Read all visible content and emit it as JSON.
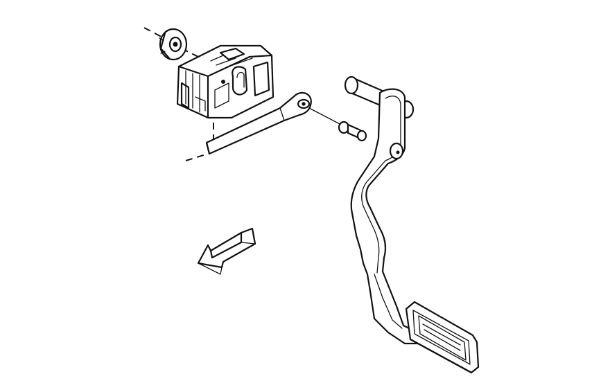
{
  "diagram": {
    "background": "#ffffff",
    "ink_color": "#111111",
    "parts": [
      "retainer-clip",
      "stoplamp-switch",
      "switch-plunger-rod",
      "pushrod-bushing",
      "brake-pedal-arm",
      "pedal-pivot-pin",
      "pedal-pad",
      "direction-arrow"
    ],
    "arrow_icon": "forward-direction-arrow-icon"
  }
}
